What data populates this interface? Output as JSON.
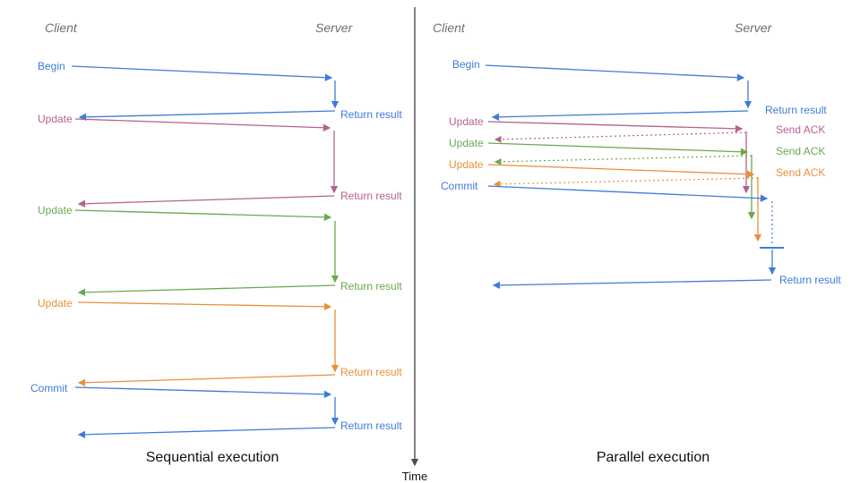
{
  "colors": {
    "blue": "#3f7cd8",
    "magenta": "#b4628e",
    "green": "#6aa84f",
    "orange": "#e69138",
    "axis_gray": "#4d4d4d",
    "header_gray": "#6e6e6e",
    "title_black": "#111111"
  },
  "time_axis": {
    "label": "Time"
  },
  "panels": {
    "sequential": {
      "title": "Sequential execution",
      "client_header": "Client",
      "server_header": "Server",
      "messages": [
        {
          "label": "Begin",
          "color": "blue",
          "response": "Return result"
        },
        {
          "label": "Update",
          "color": "magenta",
          "response": "Return result"
        },
        {
          "label": "Update",
          "color": "green",
          "response": "Return result"
        },
        {
          "label": "Update",
          "color": "orange",
          "response": "Return result"
        },
        {
          "label": "Commit",
          "color": "blue",
          "response": "Return result"
        }
      ]
    },
    "parallel": {
      "title": "Parallel execution",
      "client_header": "Client",
      "server_header": "Server",
      "messages": [
        {
          "label": "Begin",
          "color": "blue",
          "response": "Return result"
        },
        {
          "label": "Update",
          "color": "magenta",
          "response": "Send ACK"
        },
        {
          "label": "Update",
          "color": "green",
          "response": "Send ACK"
        },
        {
          "label": "Update",
          "color": "orange",
          "response": "Send ACK"
        },
        {
          "label": "Commit",
          "color": "blue",
          "response": "Return result"
        }
      ]
    }
  }
}
